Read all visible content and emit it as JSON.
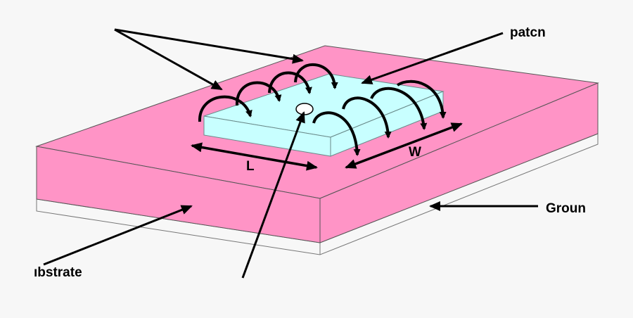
{
  "labels": {
    "patch": "patcn",
    "length": "L",
    "width": "W",
    "ground": "Groun",
    "substrate": "ıbstrate"
  },
  "colors": {
    "substrate": "#ff94c6",
    "patch": "#c8ffff",
    "ground": "#f7f7f7",
    "background": "#f7f7f7"
  }
}
